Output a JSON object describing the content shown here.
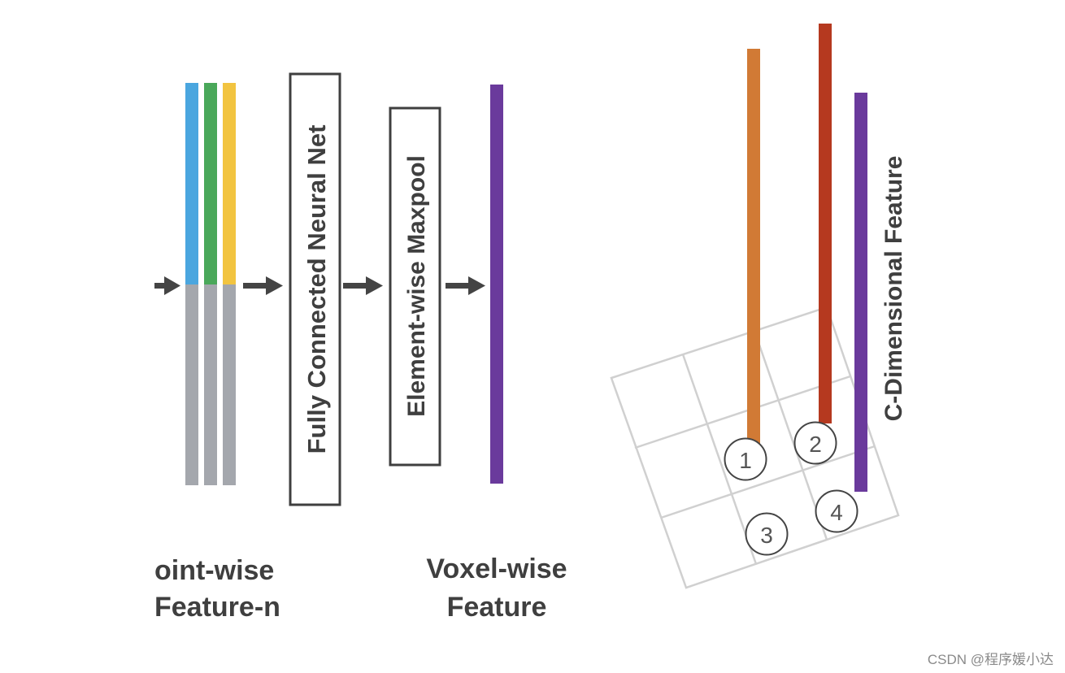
{
  "left_diagram": {
    "boxes": {
      "fcn_label": "Fully Connected Neural Net",
      "maxpool_label": "Element-wise Maxpool"
    },
    "captions": {
      "pointwise_line1": "oint-wise",
      "pointwise_line2": "Feature-n",
      "voxelwise_line1": "Voxel-wise",
      "voxelwise_line2": "Feature"
    },
    "colors": {
      "blue": "#4aa6df",
      "green": "#4aa85a",
      "yellow": "#f2c440",
      "gray": "#a4a7ad",
      "purple": "#6a3a9c",
      "arrow": "#444444"
    }
  },
  "right_diagram": {
    "label": "C-Dimensional Feature",
    "points": [
      "1",
      "2",
      "3",
      "4"
    ],
    "colors": {
      "orange": "#d17a35",
      "red": "#b5391f",
      "purple": "#6a3a9c",
      "grid": "#d0d0d0"
    }
  },
  "watermark": "CSDN @程序媛小达"
}
